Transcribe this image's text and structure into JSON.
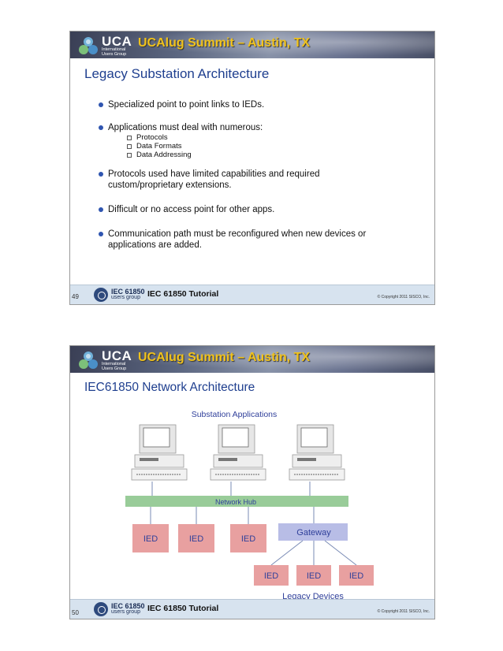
{
  "slides": [
    {
      "header": {
        "logo_text": "UCA",
        "logo_subtext": "International Users Group",
        "title": "UCAlug Summit – Austin, TX"
      },
      "title": "Legacy Substation Architecture",
      "bullets": [
        {
          "text": "Specialized point to point links to IEDs.",
          "subs": []
        },
        {
          "text": "Applications must deal with numerous:",
          "subs": [
            "Protocols",
            "Data Formats",
            "Data Addressing"
          ]
        },
        {
          "text": "Protocols used have limited capabilities and required custom/proprietary extensions.",
          "subs": []
        },
        {
          "text": "Difficult or no access point for other apps.",
          "subs": []
        },
        {
          "text": "Communication path must be reconfigured when new devices or applications are added.",
          "subs": []
        }
      ],
      "footer": {
        "page": "49",
        "logo_line1": "IEC 61850",
        "logo_line2": "users group",
        "title": "IEC 61850 Tutorial",
        "copyright": "© Copyright 2011 SISCO, Inc."
      }
    },
    {
      "header": {
        "logo_text": "UCA",
        "logo_subtext": "International Users Group",
        "title": "UCAlug Summit – Austin, TX"
      },
      "title": "IEC61850 Network Architecture",
      "diagram": {
        "apps_label": "Substation Applications",
        "hub_label": "Network Hub",
        "ieds": [
          "IED",
          "IED",
          "IED"
        ],
        "gateway_label": "Gateway",
        "legacy_ieds": [
          "IED",
          "IED",
          "IED"
        ],
        "legacy_label": "Legacy Devices",
        "colors": {
          "hub": "#99cc99",
          "ied": "#e8a0a0",
          "gateway": "#b8bde6",
          "label": "#2f3f9a"
        }
      },
      "footer": {
        "page": "50",
        "logo_line1": "IEC 61850",
        "logo_line2": "users group",
        "title": "IEC 61850 Tutorial",
        "copyright": "© Copyright 2011 SISCO, Inc."
      }
    }
  ]
}
